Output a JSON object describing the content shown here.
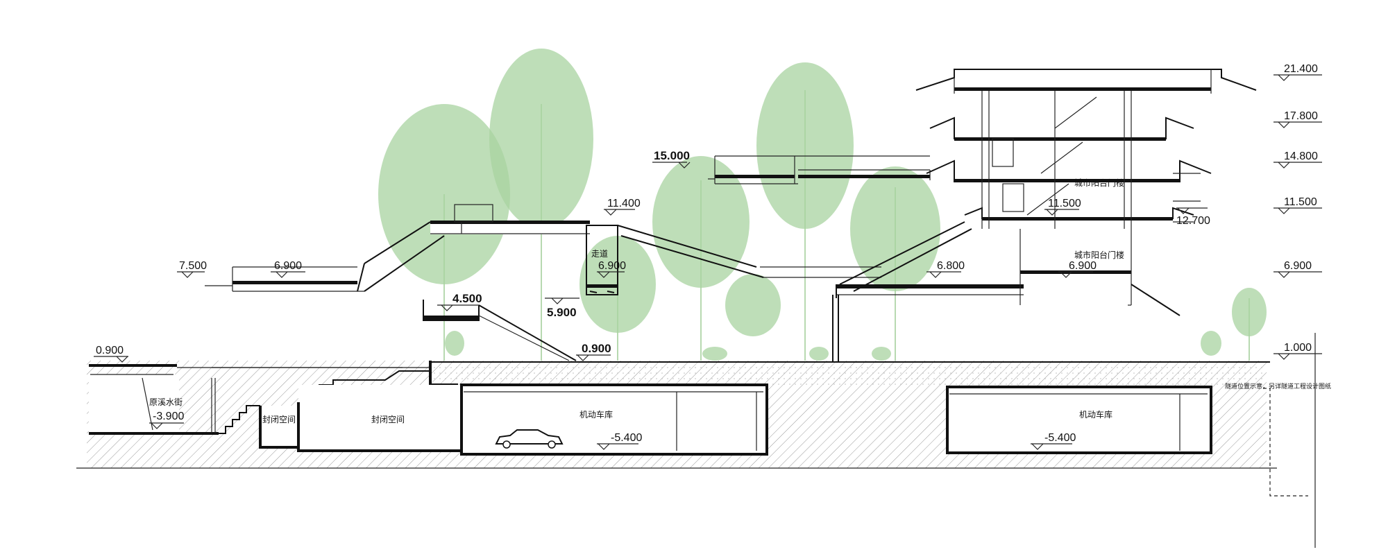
{
  "colors": {
    "line": "#111111",
    "foliage": "#a8d3a0",
    "ground_hatch": "#9a9a9a"
  },
  "elevations_right": [
    "21.400",
    "17.800",
    "14.800",
    "11.500",
    "6.900",
    "1.000"
  ],
  "elevations_left": {
    "e7500": "7.500",
    "e6900_left": "6.900",
    "e0900_left": "0.900",
    "e4500": "4.500",
    "e0900_mid": "0.900",
    "e5900": "5.900",
    "e11400": "11.400",
    "e6900_walk": "6.900",
    "e15000": "15.000",
    "e6800": "6.800",
    "e11500_mid": "11.500",
    "e12700": "12.700",
    "e6900_tower": "6.900",
    "e_m3900": "-3.900",
    "e_m5400_a": "-5.400",
    "e_m5400_b": "-5.400"
  },
  "room_labels": {
    "street": "原溪水街",
    "closed1": "封闭空间",
    "closed2": "封闭空间",
    "garage1": "机动车库",
    "garage2": "机动车库",
    "walkway": "走道",
    "gate_upper": "城市阳台门楼",
    "gate_lower": "城市阳台门楼"
  },
  "note": "隧道位置示意，另详隧道工程设计图纸"
}
